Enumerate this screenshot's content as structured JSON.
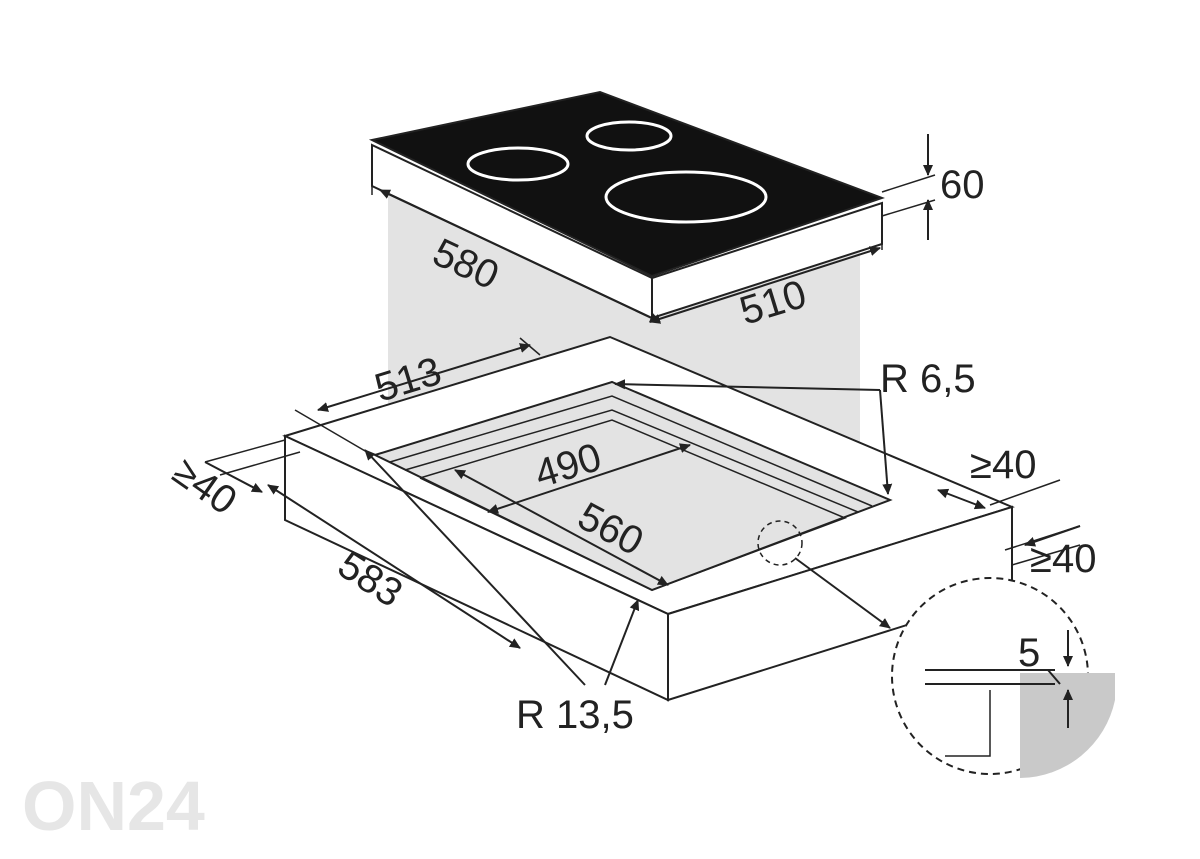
{
  "diagram": {
    "labels": {
      "hob_height": "60",
      "hob_width": "580",
      "hob_depth": "510",
      "cutout_depth_outer": "513",
      "corner_radius_small": "R 6,5",
      "clearance_right": "≥40",
      "clearance_left": "≥40",
      "clearance_front": "≥40",
      "cutout_depth_inner": "490",
      "cutout_width_inner": "560",
      "cutout_width_outer": "583",
      "corner_radius_large": "R 13,5",
      "detail_height": "5"
    },
    "watermark": "ON24",
    "colors": {
      "hob_glass": "#111111",
      "zone_rings": "#ffffff",
      "shadow_column": "#e3e3e3",
      "detail_fill": "#c9c9c9",
      "line": "#222222"
    }
  }
}
